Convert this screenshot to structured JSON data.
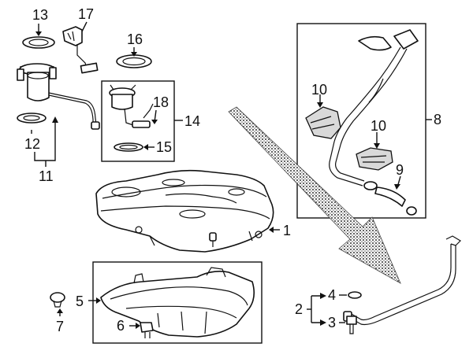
{
  "callouts": {
    "c1": "1",
    "c2": "2",
    "c3": "3",
    "c4": "4",
    "c5": "5",
    "c6": "6",
    "c7": "7",
    "c8": "8",
    "c9": "9",
    "c10a": "10",
    "c10b": "10",
    "c11": "11",
    "c12": "12",
    "c13": "13",
    "c14": "14",
    "c15": "15",
    "c16": "16",
    "c17": "17",
    "c18": "18"
  },
  "colors": {
    "line": "#111111",
    "background": "#ffffff",
    "shade": "#d9d9d9",
    "arrow": "#444444"
  }
}
